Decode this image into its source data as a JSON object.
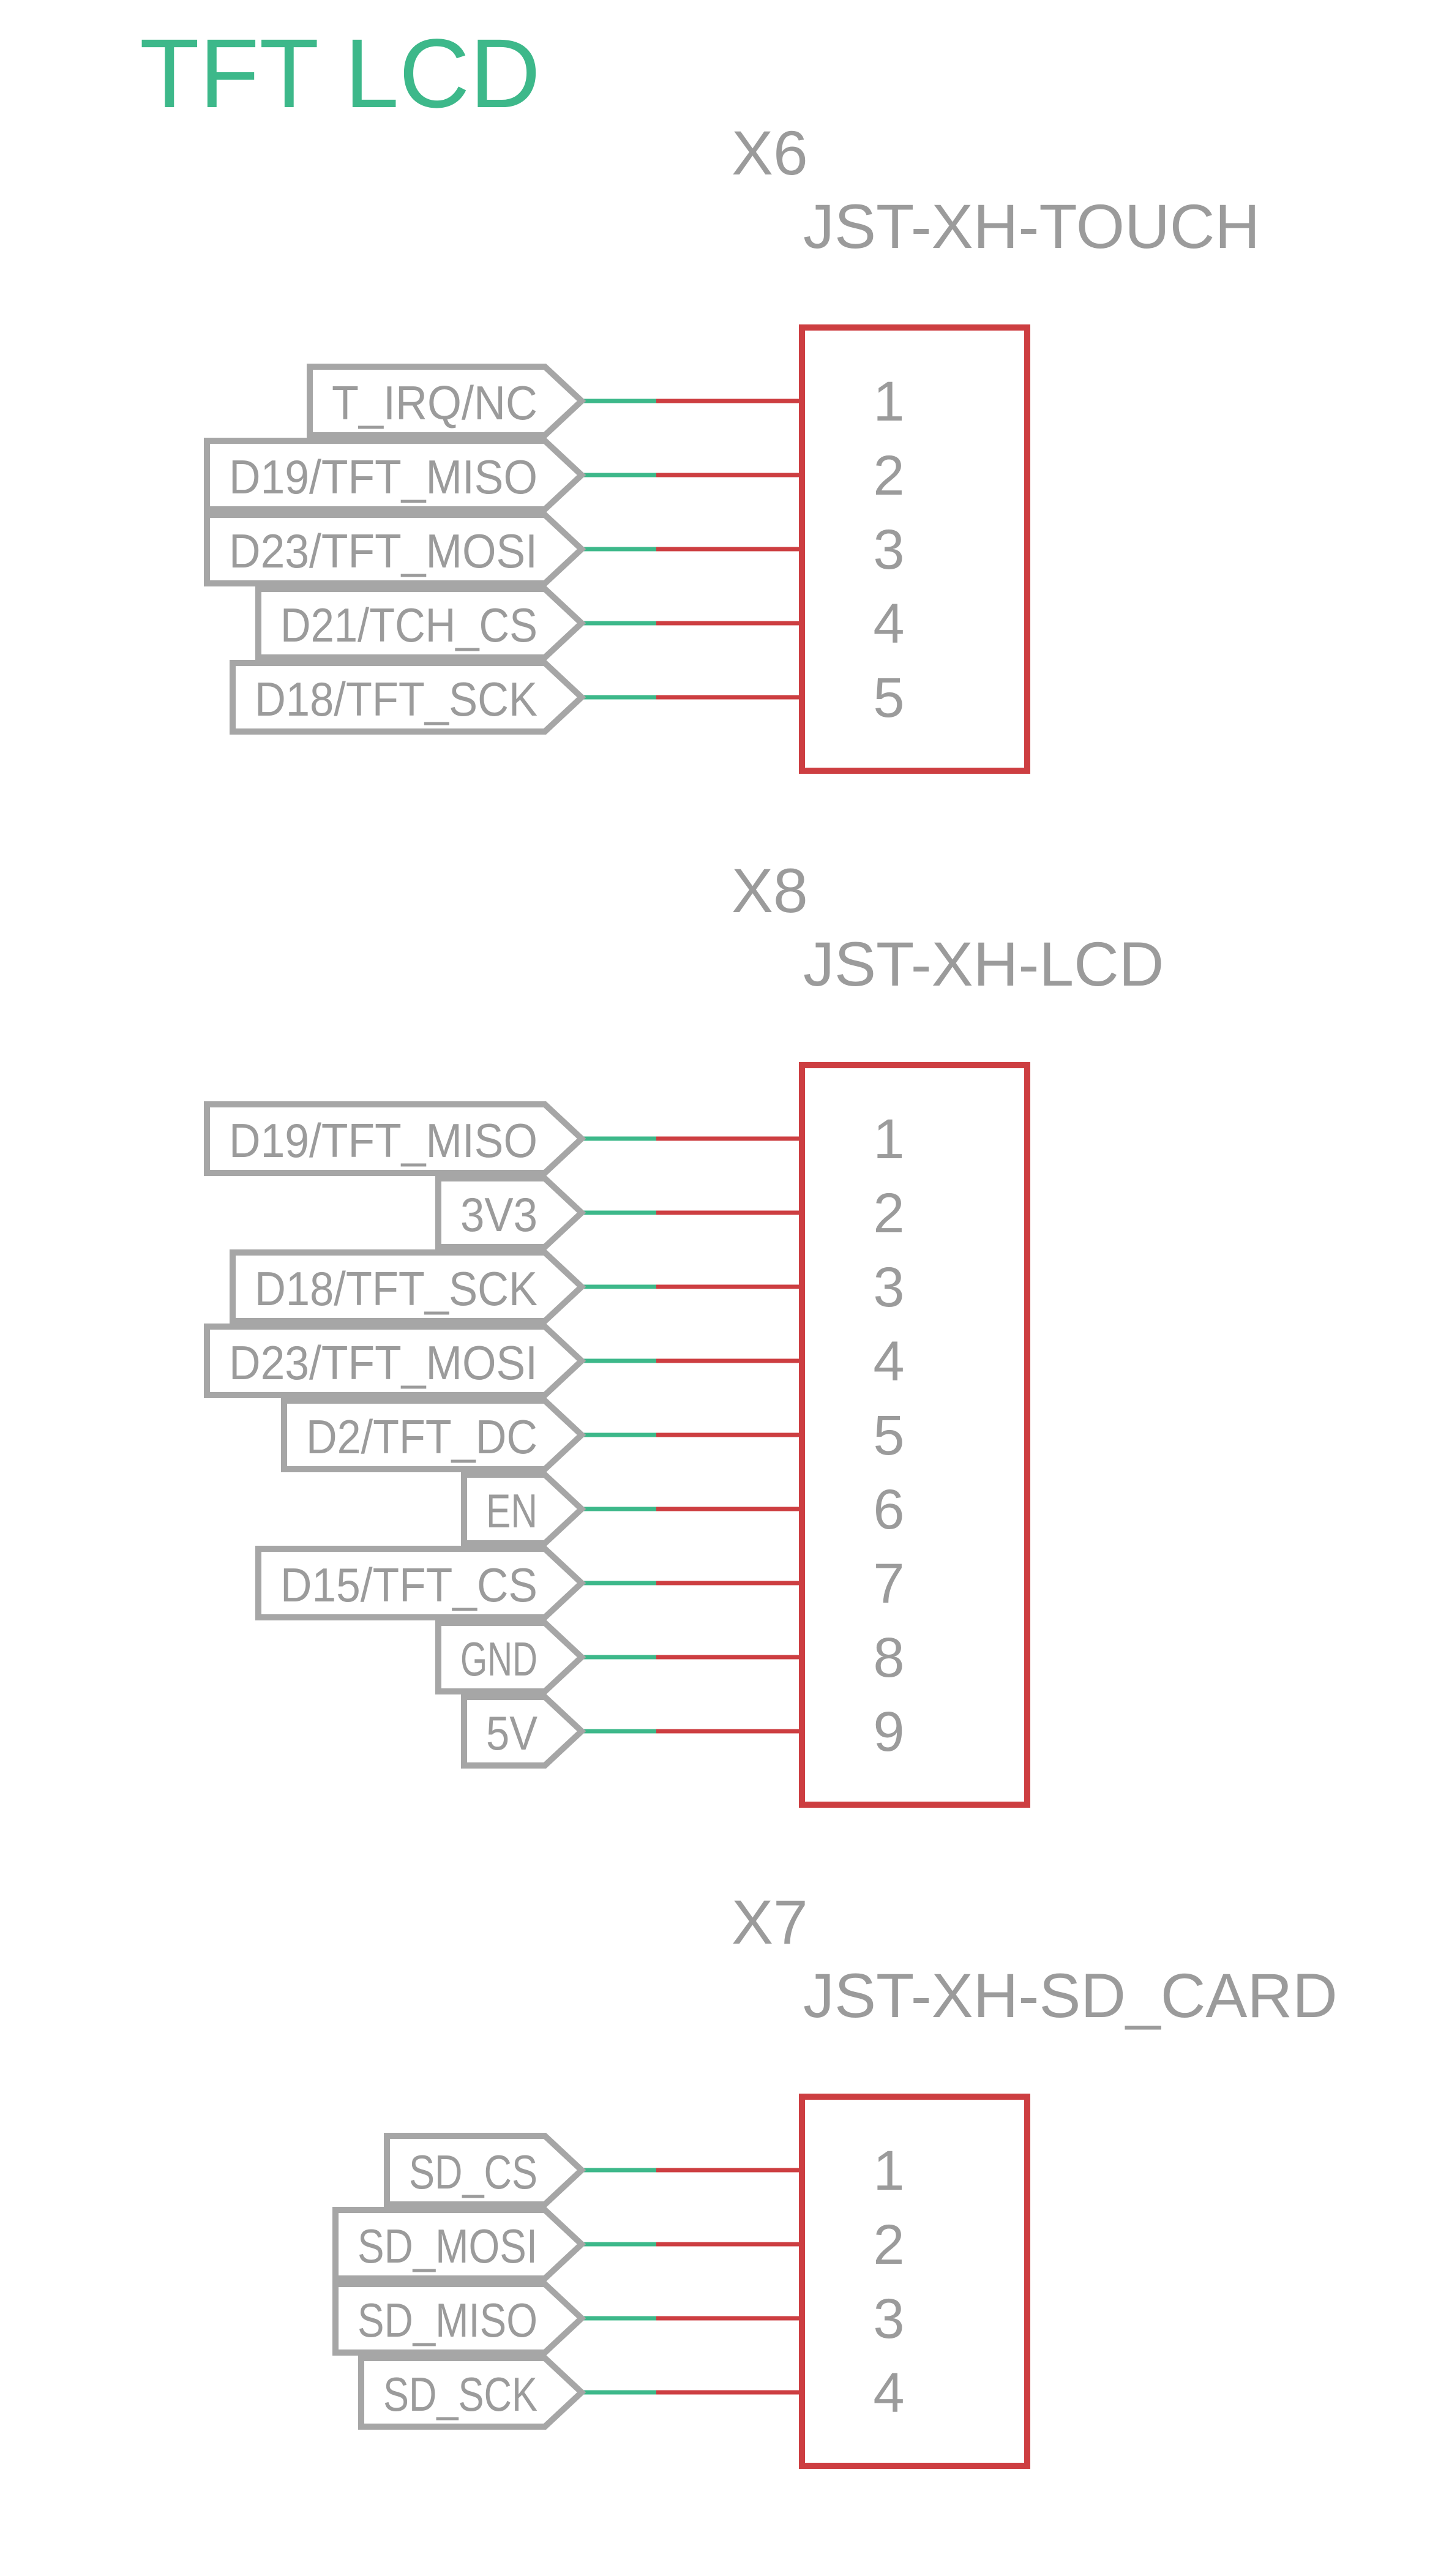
{
  "colors": {
    "sheet_title": "#3db88a",
    "text": "#9b9b9b",
    "net_label_outline": "#a6a6a6",
    "connector_body": "#cd3e41",
    "pin_line": "#cd3e41",
    "wire": "#3db88a"
  },
  "sheet": {
    "title": "TFT LCD"
  },
  "connectors": [
    {
      "ref": "X6",
      "value": "JST-XH-TOUCH",
      "pins": [
        {
          "num": "1",
          "net": "T_IRQ/NC"
        },
        {
          "num": "2",
          "net": "D19/TFT_MISO"
        },
        {
          "num": "3",
          "net": "D23/TFT_MOSI"
        },
        {
          "num": "4",
          "net": "D21/TCH_CS"
        },
        {
          "num": "5",
          "net": "D18/TFT_SCK"
        }
      ]
    },
    {
      "ref": "X8",
      "value": "JST-XH-LCD",
      "pins": [
        {
          "num": "1",
          "net": "D19/TFT_MISO"
        },
        {
          "num": "2",
          "net": "3V3"
        },
        {
          "num": "3",
          "net": "D18/TFT_SCK"
        },
        {
          "num": "4",
          "net": "D23/TFT_MOSI"
        },
        {
          "num": "5",
          "net": "D2/TFT_DC"
        },
        {
          "num": "6",
          "net": "EN"
        },
        {
          "num": "7",
          "net": "D15/TFT_CS"
        },
        {
          "num": "8",
          "net": "GND"
        },
        {
          "num": "9",
          "net": "5V"
        }
      ]
    },
    {
      "ref": "X7",
      "value": "JST-XH-SD_CARD",
      "pins": [
        {
          "num": "1",
          "net": "SD_CS"
        },
        {
          "num": "2",
          "net": "SD_MOSI"
        },
        {
          "num": "3",
          "net": "SD_MISO"
        },
        {
          "num": "4",
          "net": "SD_SCK"
        }
      ]
    }
  ]
}
